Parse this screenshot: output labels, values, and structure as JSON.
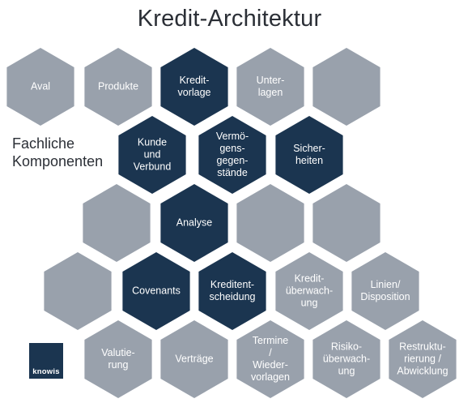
{
  "title": "Kredit-Architektur",
  "subtitle": [
    "Fachliche",
    "Komponenten"
  ],
  "logo": {
    "text": "knowis"
  },
  "colors": {
    "dark": "#1b3550",
    "light": "#99a1ac",
    "dark_text": "#ffffff",
    "light_text": "#ffffff"
  },
  "hexagons": [
    {
      "id": "aval",
      "lines": [
        "Aval"
      ],
      "style": "light"
    },
    {
      "id": "produkte",
      "lines": [
        "Produkte"
      ],
      "style": "light"
    },
    {
      "id": "kreditvorlage",
      "lines": [
        "Kredit-",
        "vorlage"
      ],
      "style": "dark"
    },
    {
      "id": "unterlagen",
      "lines": [
        "Unter-",
        "lagen"
      ],
      "style": "light"
    },
    {
      "id": "empty-1",
      "lines": [],
      "style": "light"
    },
    {
      "id": "kunde-und-verbund",
      "lines": [
        "Kunde",
        "und",
        "Verbund"
      ],
      "style": "dark"
    },
    {
      "id": "vermoegensgegenstaende",
      "lines": [
        "Vermö-",
        "gens-",
        "gegen-",
        "stände"
      ],
      "style": "dark"
    },
    {
      "id": "sicherheiten",
      "lines": [
        "Sicher-",
        "heiten"
      ],
      "style": "dark"
    },
    {
      "id": "empty-2",
      "lines": [],
      "style": "light"
    },
    {
      "id": "analyse",
      "lines": [
        "Analyse"
      ],
      "style": "dark"
    },
    {
      "id": "empty-3",
      "lines": [],
      "style": "light"
    },
    {
      "id": "empty-4",
      "lines": [],
      "style": "light"
    },
    {
      "id": "empty-5",
      "lines": [],
      "style": "light"
    },
    {
      "id": "covenants",
      "lines": [
        "Covenants"
      ],
      "style": "dark"
    },
    {
      "id": "kreditentscheidung",
      "lines": [
        "Kreditent-",
        "scheidung"
      ],
      "style": "dark"
    },
    {
      "id": "kreditueberwachung",
      "lines": [
        "Kredit-",
        "überwach-",
        "ung"
      ],
      "style": "light"
    },
    {
      "id": "linien-disposition",
      "lines": [
        "Linien/",
        "Disposition"
      ],
      "style": "light"
    },
    {
      "id": "valutierung",
      "lines": [
        "Valutie-",
        "rung"
      ],
      "style": "light"
    },
    {
      "id": "vertraege",
      "lines": [
        "Verträge"
      ],
      "style": "light"
    },
    {
      "id": "termine-wiedervorlagen",
      "lines": [
        "Termine",
        "/",
        "Wieder-",
        "vorlagen"
      ],
      "style": "light"
    },
    {
      "id": "risikoueberwachung",
      "lines": [
        "Risiko-",
        "überwach-",
        "ung"
      ],
      "style": "light"
    },
    {
      "id": "restrukturierung-abwicklung",
      "lines": [
        "Restruktu-",
        "rierung /",
        "Abwicklung"
      ],
      "style": "light"
    }
  ]
}
